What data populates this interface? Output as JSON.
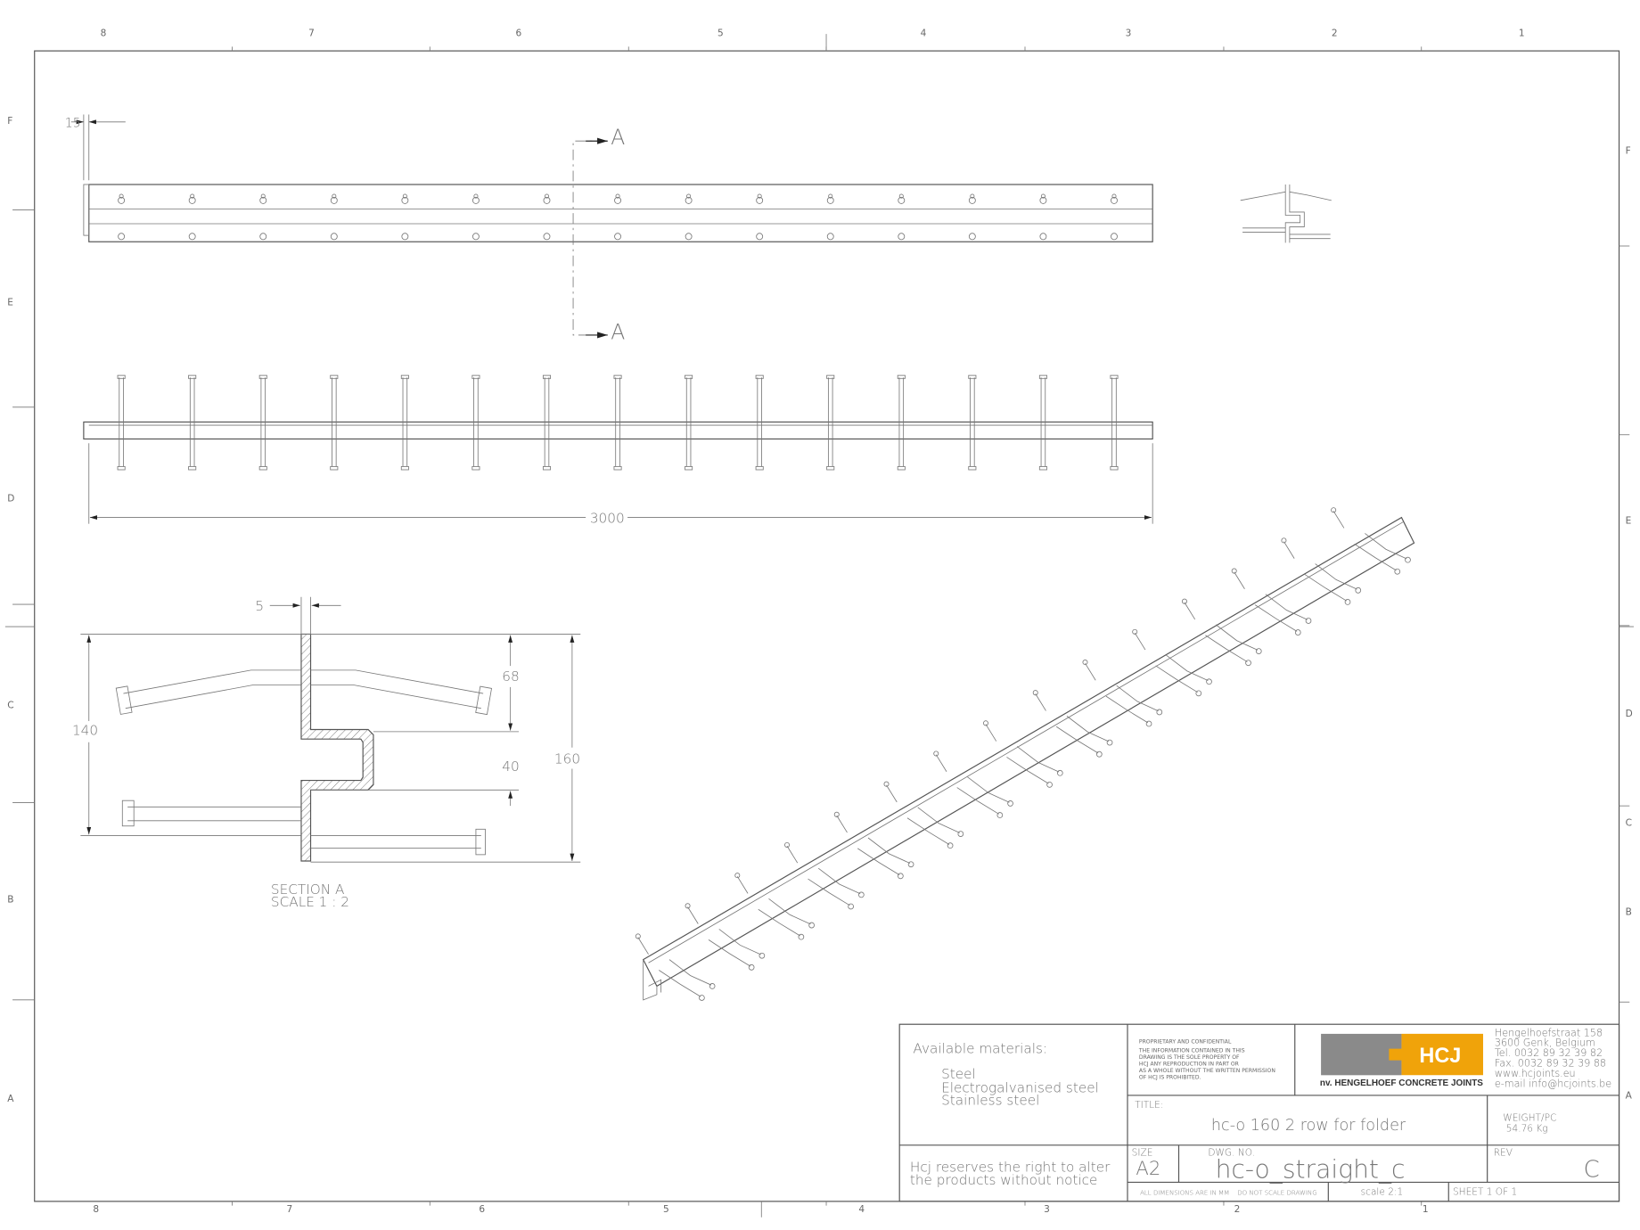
{
  "zones": {
    "columns_top": [
      "8",
      "7",
      "6",
      "5",
      "4",
      "3",
      "2",
      "1"
    ],
    "columns_bottom": [
      "8",
      "7",
      "6",
      "5",
      "4",
      "3",
      "2",
      "1"
    ],
    "rows_left": [
      "F",
      "E",
      "D",
      "C",
      "B",
      "A"
    ],
    "rows_right": [
      "F",
      "E",
      "D",
      "C",
      "B",
      "A"
    ]
  },
  "views": {
    "end_offset_dim": "15",
    "section_marker": "A",
    "length_dim": "3000",
    "pin_count": 15
  },
  "section": {
    "thickness_dim": "5",
    "dim_140": "140",
    "dim_68": "68",
    "dim_40": "40",
    "dim_160": "160",
    "label": "SECTION A",
    "scale": "SCALE 1 : 2"
  },
  "title_block": {
    "materials_heading": "Available materials:",
    "materials": [
      "Steel",
      "Electrogalvanised steel",
      "Stainless steel"
    ],
    "disclaimer": [
      "Hcj reserves the right to alter",
      "the products without notice"
    ],
    "confidential": [
      "PROPRIETARY AND CONFIDENTIAL",
      "THE INFORMATION CONTAINED IN THIS",
      "DRAWING IS THE SOLE PROPERTY OF",
      "HCJ ANY REPRODUCTION IN PART OR",
      "AS A WHOLE WITHOUT THE WRITTEN PERMISSION",
      "OF HCJ IS PROHIBITED."
    ],
    "logo_text": "HCJ",
    "company": "nv. HENGELHOEF CONCRETE JOINTS",
    "address": [
      "Hengelhoefstraat 158",
      "3600 Genk, Belgium",
      "Tel.  0032 89 32 39 82",
      "Fax. 0032 89 32 39 88",
      "www.hcjoints.eu",
      "e-mail info@hcjoints.be"
    ],
    "title_label": "TITLE:",
    "title": "hc-o 160 2 row for folder",
    "weight_label": "WEIGHT/PC",
    "weight": "54.76  Kg",
    "size_label": "SIZE",
    "size": "A2",
    "dwg_label": "DWG. NO.",
    "dwg_no": "hc-o_straight_c",
    "rev_label": "REV",
    "rev": "C",
    "dims_note": "ALL DIMENSIONS ARE IN MM",
    "scale_note": "DO NOT SCALE DRAWING",
    "scale": "scale 2:1",
    "sheet": "SHEET 1 OF 1",
    "colors": {
      "logo_grey": "#8a8a8a",
      "logo_orange": "#f0a30a"
    }
  }
}
